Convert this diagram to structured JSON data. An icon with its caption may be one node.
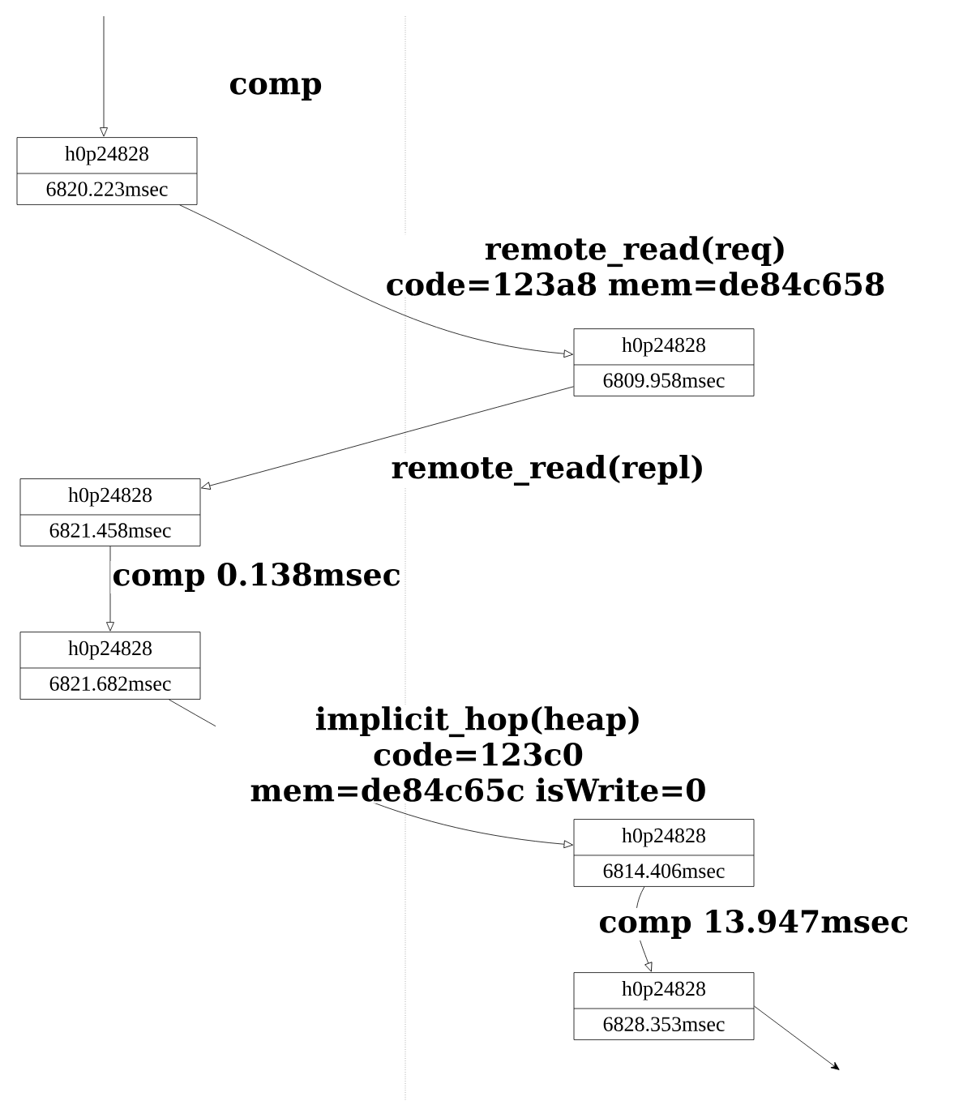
{
  "diagram": {
    "nodes": [
      {
        "text": [
          "h0p24828",
          "6820.223msec"
        ]
      },
      {
        "text": [
          "h0p24828",
          "6809.958msec"
        ]
      },
      {
        "text": [
          "h0p24828",
          "6821.458msec"
        ]
      },
      {
        "text": [
          "h0p24828",
          "6821.682msec"
        ]
      },
      {
        "text": [
          "h0p24828",
          "6814.406msec"
        ]
      },
      {
        "text": [
          "h0p24828",
          "6828.353msec"
        ]
      }
    ],
    "edges": [
      {
        "from": null,
        "to": 0,
        "arrow": "to",
        "label": "comp"
      },
      {
        "from": 0,
        "to": 1,
        "arrow": "to",
        "label": "remote_read(req) code=123a8 mem=de84c658"
      },
      {
        "from": 1,
        "to": 2,
        "arrow": "to",
        "label": "remote_read(repl)"
      },
      {
        "from": 2,
        "to": 3,
        "arrow": "to",
        "label": "comp 0.138msec"
      },
      {
        "from": 3,
        "to": 4,
        "arrow": "to",
        "label": "implicit_hop(heap) code=123c0 mem=de84c65c isWrite=0"
      },
      {
        "from": 4,
        "to": 5,
        "arrow": "to",
        "label": "comp 13.947msec"
      },
      {
        "from": 5,
        "to": null,
        "arrow": "to"
      }
    ]
  }
}
